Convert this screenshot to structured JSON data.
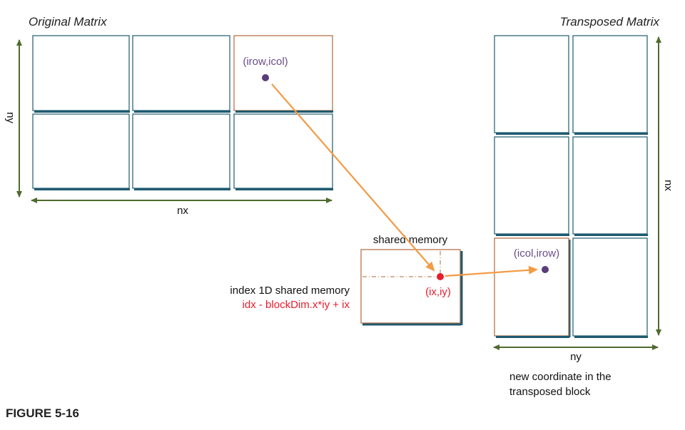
{
  "original": {
    "title": "Original Matrix",
    "width_label": "nx",
    "height_label": "ny",
    "point_label": "(irow,icol)"
  },
  "transposed": {
    "title": "Transposed Matrix",
    "width_label": "ny",
    "height_label": "nx",
    "point_label": "(icol,irow)",
    "note_line1": "new coordinate in the",
    "note_line2": "transposed block"
  },
  "shared": {
    "title": "shared memory",
    "point_label": "(ix,iy)",
    "index_label": "index 1D shared memory",
    "formula": "idx - blockDim.x*iy + ix"
  },
  "figure_label": "FIGURE 5-16",
  "colors": {
    "block_border": "#1f5a70",
    "highlight_border": "#b0683a",
    "dimension_arrow": "#4e6b2e",
    "flow_arrow": "#f39b44",
    "point": "#5a3c78",
    "shared_point": "#e81c2c",
    "formula_text": "#e81c2c",
    "label_purple": "#6a4d8c"
  }
}
